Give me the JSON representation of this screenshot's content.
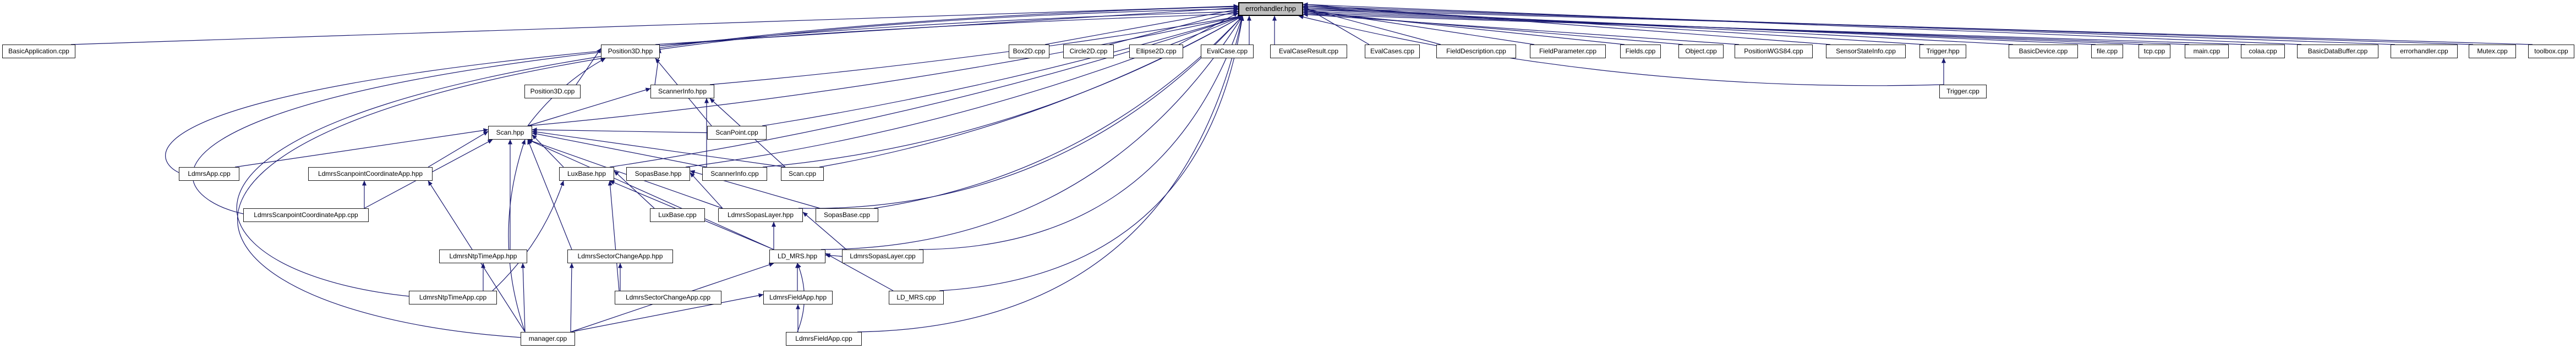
{
  "graph": {
    "type": "doxygen-included-by-dependency-graph",
    "root_file": "errorhandler.hpp",
    "edge_color": "#191970",
    "node_fill": "#fefefe",
    "root_fill": "#bfbfbf",
    "node_border": "#1a1a1a",
    "nodes": [
      {
        "label": "errorhandler.hpp",
        "root": true
      },
      {
        "label": "BasicApplication.cpp"
      },
      {
        "label": "Position3D.hpp"
      },
      {
        "label": "Box2D.cpp"
      },
      {
        "label": "Circle2D.cpp"
      },
      {
        "label": "Ellipse2D.cpp"
      },
      {
        "label": "EvalCase.cpp"
      },
      {
        "label": "EvalCaseResult.cpp"
      },
      {
        "label": "EvalCases.cpp"
      },
      {
        "label": "FieldDescription.cpp"
      },
      {
        "label": "FieldParameter.cpp"
      },
      {
        "label": "Fields.cpp"
      },
      {
        "label": "Object.cpp"
      },
      {
        "label": "PositionWGS84.cpp"
      },
      {
        "label": "SensorStateInfo.cpp"
      },
      {
        "label": "Trigger.hpp"
      },
      {
        "label": "BasicDevice.cpp"
      },
      {
        "label": "file.cpp"
      },
      {
        "label": "tcp.cpp"
      },
      {
        "label": "main.cpp"
      },
      {
        "label": "colaa.cpp"
      },
      {
        "label": "BasicDataBuffer.cpp"
      },
      {
        "label": "errorhandler.cpp"
      },
      {
        "label": "Mutex.cpp"
      },
      {
        "label": "toolbox.cpp"
      },
      {
        "label": "Position3D.cpp"
      },
      {
        "label": "ScannerInfo.hpp"
      },
      {
        "label": "Trigger.cpp"
      },
      {
        "label": "Scan.hpp"
      },
      {
        "label": "ScanPoint.cpp"
      },
      {
        "label": "LdmrsApp.cpp"
      },
      {
        "label": "LdmrsScanpointCoordinateApp.hpp"
      },
      {
        "label": "LuxBase.hpp"
      },
      {
        "label": "SopasBase.hpp"
      },
      {
        "label": "ScannerInfo.cpp"
      },
      {
        "label": "Scan.cpp"
      },
      {
        "label": "LdmrsScanpointCoordinateApp.cpp"
      },
      {
        "label": "LuxBase.cpp"
      },
      {
        "label": "LdmrsSopasLayer.hpp"
      },
      {
        "label": "SopasBase.cpp"
      },
      {
        "label": "LdmrsNtpTimeApp.hpp"
      },
      {
        "label": "LdmrsSectorChangeApp.hpp"
      },
      {
        "label": "LD_MRS.hpp"
      },
      {
        "label": "LdmrsSopasLayer.cpp"
      },
      {
        "label": "LdmrsNtpTimeApp.cpp"
      },
      {
        "label": "LdmrsSectorChangeApp.cpp"
      },
      {
        "label": "LdmrsFieldApp.hpp"
      },
      {
        "label": "LD_MRS.cpp"
      },
      {
        "label": "manager.cpp"
      },
      {
        "label": "LdmrsFieldApp.cpp"
      }
    ],
    "edges": [
      {
        "from": "BasicApplication.cpp",
        "to": "errorhandler.hpp"
      },
      {
        "from": "Position3D.hpp",
        "to": "errorhandler.hpp"
      },
      {
        "from": "Box2D.cpp",
        "to": "errorhandler.hpp"
      },
      {
        "from": "Circle2D.cpp",
        "to": "errorhandler.hpp"
      },
      {
        "from": "Ellipse2D.cpp",
        "to": "errorhandler.hpp"
      },
      {
        "from": "EvalCase.cpp",
        "to": "errorhandler.hpp"
      },
      {
        "from": "EvalCaseResult.cpp",
        "to": "errorhandler.hpp"
      },
      {
        "from": "EvalCases.cpp",
        "to": "errorhandler.hpp"
      },
      {
        "from": "FieldDescription.cpp",
        "to": "errorhandler.hpp"
      },
      {
        "from": "FieldParameter.cpp",
        "to": "errorhandler.hpp"
      },
      {
        "from": "Fields.cpp",
        "to": "errorhandler.hpp"
      },
      {
        "from": "Object.cpp",
        "to": "errorhandler.hpp"
      },
      {
        "from": "PositionWGS84.cpp",
        "to": "errorhandler.hpp"
      },
      {
        "from": "SensorStateInfo.cpp",
        "to": "errorhandler.hpp"
      },
      {
        "from": "Trigger.hpp",
        "to": "errorhandler.hpp"
      },
      {
        "from": "BasicDevice.cpp",
        "to": "errorhandler.hpp"
      },
      {
        "from": "file.cpp",
        "to": "errorhandler.hpp"
      },
      {
        "from": "tcp.cpp",
        "to": "errorhandler.hpp"
      },
      {
        "from": "main.cpp",
        "to": "errorhandler.hpp"
      },
      {
        "from": "colaa.cpp",
        "to": "errorhandler.hpp"
      },
      {
        "from": "BasicDataBuffer.cpp",
        "to": "errorhandler.hpp"
      },
      {
        "from": "errorhandler.cpp",
        "to": "errorhandler.hpp"
      },
      {
        "from": "Mutex.cpp",
        "to": "errorhandler.hpp"
      },
      {
        "from": "toolbox.cpp",
        "to": "errorhandler.hpp"
      },
      {
        "from": "Trigger.cpp",
        "to": "errorhandler.hpp"
      },
      {
        "from": "Trigger.cpp",
        "to": "Trigger.hpp"
      },
      {
        "from": "Scan.hpp",
        "to": "errorhandler.hpp"
      },
      {
        "from": "ScannerInfo.hpp",
        "to": "errorhandler.hpp"
      },
      {
        "from": "ScanPoint.cpp",
        "to": "errorhandler.hpp"
      },
      {
        "from": "Scan.cpp",
        "to": "errorhandler.hpp"
      },
      {
        "from": "ScannerInfo.cpp",
        "to": "errorhandler.hpp"
      },
      {
        "from": "LuxBase.hpp",
        "to": "errorhandler.hpp"
      },
      {
        "from": "SopasBase.hpp",
        "to": "errorhandler.hpp"
      },
      {
        "from": "SopasBase.cpp",
        "to": "errorhandler.hpp"
      },
      {
        "from": "LdmrsSopasLayer.hpp",
        "to": "errorhandler.hpp"
      },
      {
        "from": "LdmrsSopasLayer.cpp",
        "to": "errorhandler.hpp"
      },
      {
        "from": "LD_MRS.hpp",
        "to": "errorhandler.hpp"
      },
      {
        "from": "LD_MRS.cpp",
        "to": "errorhandler.hpp"
      },
      {
        "from": "LdmrsFieldApp.cpp",
        "to": "errorhandler.hpp"
      },
      {
        "from": "LdmrsApp.cpp",
        "to": "errorhandler.hpp"
      },
      {
        "from": "LdmrsScanpointCoordinateApp.cpp",
        "to": "errorhandler.hpp"
      },
      {
        "from": "LdmrsNtpTimeApp.cpp",
        "to": "errorhandler.hpp"
      },
      {
        "from": "manager.cpp",
        "to": "errorhandler.hpp"
      },
      {
        "from": "Position3D.cpp",
        "to": "Position3D.hpp"
      },
      {
        "from": "ScannerInfo.hpp",
        "to": "Position3D.hpp"
      },
      {
        "from": "ScanPoint.cpp",
        "to": "Position3D.hpp"
      },
      {
        "from": "Scan.hpp",
        "to": "Position3D.hpp"
      },
      {
        "from": "Scan.hpp",
        "to": "ScannerInfo.hpp"
      },
      {
        "from": "ScannerInfo.cpp",
        "to": "ScannerInfo.hpp"
      },
      {
        "from": "Scan.cpp",
        "to": "ScannerInfo.hpp"
      },
      {
        "from": "ScanPoint.cpp",
        "to": "Scan.hpp"
      },
      {
        "from": "Scan.cpp",
        "to": "Scan.hpp"
      },
      {
        "from": "ScannerInfo.cpp",
        "to": "Scan.hpp"
      },
      {
        "from": "LuxBase.hpp",
        "to": "Scan.hpp"
      },
      {
        "from": "LdmrsSopasLayer.hpp",
        "to": "Scan.hpp"
      },
      {
        "from": "LD_MRS.hpp",
        "to": "Scan.hpp"
      },
      {
        "from": "LdmrsApp.cpp",
        "to": "Scan.hpp"
      },
      {
        "from": "LdmrsScanpointCoordinateApp.hpp",
        "to": "Scan.hpp"
      },
      {
        "from": "LdmrsScanpointCoordinateApp.cpp",
        "to": "Scan.hpp"
      },
      {
        "from": "LdmrsNtpTimeApp.hpp",
        "to": "Scan.hpp"
      },
      {
        "from": "LdmrsSectorChangeApp.hpp",
        "to": "Scan.hpp"
      },
      {
        "from": "manager.cpp",
        "to": "Scan.hpp"
      },
      {
        "from": "LdmrsScanpointCoordinateApp.cpp",
        "to": "LdmrsScanpointCoordinateApp.hpp"
      },
      {
        "from": "manager.cpp",
        "to": "LdmrsScanpointCoordinateApp.hpp"
      },
      {
        "from": "LuxBase.cpp",
        "to": "LuxBase.hpp"
      },
      {
        "from": "LD_MRS.hpp",
        "to": "LuxBase.hpp"
      },
      {
        "from": "LdmrsSectorChangeApp.cpp",
        "to": "LuxBase.hpp"
      },
      {
        "from": "LdmrsNtpTimeApp.cpp",
        "to": "LuxBase.hpp"
      },
      {
        "from": "SopasBase.cpp",
        "to": "SopasBase.hpp"
      },
      {
        "from": "LdmrsSopasLayer.hpp",
        "to": "SopasBase.hpp"
      },
      {
        "from": "LdmrsSopasLayer.cpp",
        "to": "LdmrsSopasLayer.hpp"
      },
      {
        "from": "LD_MRS.hpp",
        "to": "LdmrsSopasLayer.hpp"
      },
      {
        "from": "LdmrsNtpTimeApp.cpp",
        "to": "LdmrsNtpTimeApp.hpp"
      },
      {
        "from": "manager.cpp",
        "to": "LdmrsNtpTimeApp.hpp"
      },
      {
        "from": "LdmrsSectorChangeApp.cpp",
        "to": "LdmrsSectorChangeApp.hpp"
      },
      {
        "from": "manager.cpp",
        "to": "LdmrsSectorChangeApp.hpp"
      },
      {
        "from": "LD_MRS.cpp",
        "to": "LD_MRS.hpp"
      },
      {
        "from": "LdmrsSopasLayer.cpp",
        "to": "LD_MRS.hpp"
      },
      {
        "from": "LdmrsFieldApp.hpp",
        "to": "LD_MRS.hpp"
      },
      {
        "from": "LdmrsFieldApp.cpp",
        "to": "LD_MRS.hpp"
      },
      {
        "from": "manager.cpp",
        "to": "LD_MRS.hpp"
      },
      {
        "from": "LdmrsFieldApp.cpp",
        "to": "LdmrsFieldApp.hpp"
      },
      {
        "from": "manager.cpp",
        "to": "LdmrsFieldApp.hpp"
      }
    ]
  }
}
